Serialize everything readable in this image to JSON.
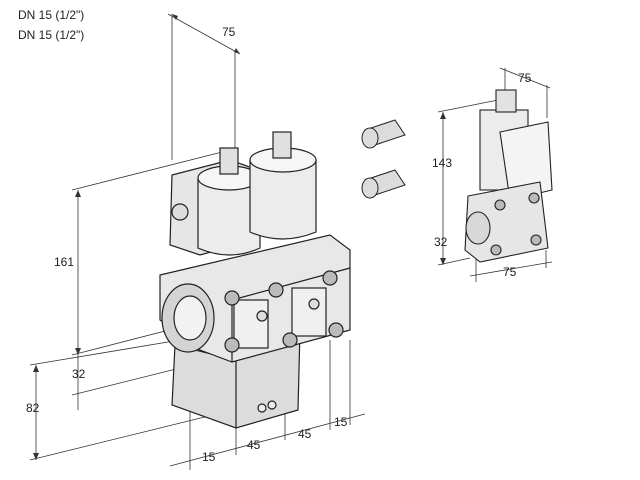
{
  "header": {
    "line1": "DN 15 (1/2\")",
    "line2": "DN 15 (1/2\")"
  },
  "dimensions": {
    "top_width": "75",
    "height_161": "161",
    "flange_32": "32",
    "base_82": "82",
    "bottom_15_left": "15",
    "bottom_45_a": "45",
    "bottom_45_b": "45",
    "bottom_15_right": "15",
    "side_top_75": "75",
    "side_143": "143",
    "side_32": "32",
    "side_bottom_75": "75"
  }
}
